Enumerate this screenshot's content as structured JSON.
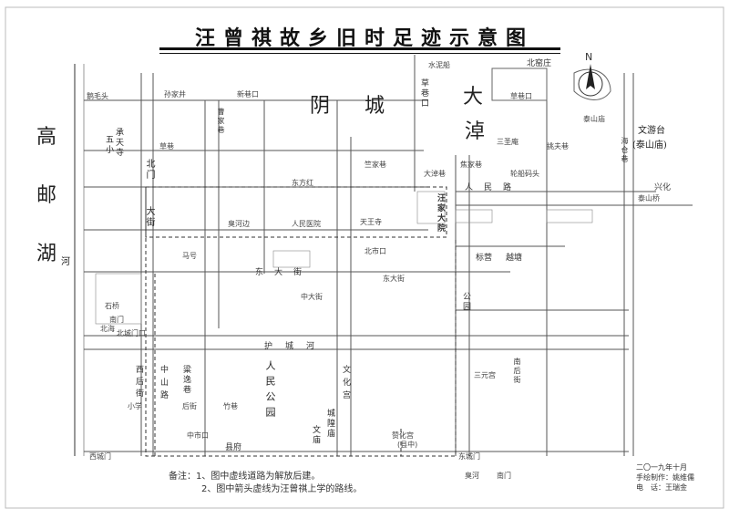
{
  "title": "汪曾祺故乡旧时足迹示意图",
  "north_symbol": "N",
  "water_labels": {
    "lake_a": "高",
    "lake_b": "邮",
    "lake_c": "湖",
    "river_he": "河",
    "dachuan_a": "大",
    "dachuan_b": "淖",
    "yinyang_a": "阴",
    "yinyang_b": "城"
  },
  "places": {
    "beijiazhuang": "北窑庄",
    "wenyoutai": "文游台",
    "taishanmiao": "(泰山庙)",
    "chengtianshi": "承天寺",
    "wuxiaoa": "五小",
    "renmingongyuan": "人民公园",
    "wenmiao": "文庙",
    "chenghuangmiao": "城隍庙",
    "xianfu": "县府",
    "wangjiadayuan": "汪家大院",
    "tianmuan": "天王寺",
    "dongdalu": "东",
    "xingmiao": "兴化",
    "taiqiao": "泰山桥",
    "nanmen": "南门",
    "xichengmen": "西城门",
    "dongchengmen": "东城门",
    "beichengmenkou": "北城门口",
    "zhongshilu": "中市口",
    "zanhuagong": "赞化宫",
    "zhongxue": "(县中)",
    "caogaoxiang": "草巷口",
    "beimen": "北门",
    "dajie": "大街",
    "wenhuagong": "文化宫",
    "huchengbei": "护城河",
    "yuedaotang": "越塘",
    "biaoxiao": "标营",
    "gonghe": "公园",
    "dongdajie_a": "东大街",
    "renminlu": "人民路",
    "liangzaicun": "粱逸巷",
    "zhongshanlu": "中山路",
    "xianshi": "西后街",
    "shiqiao": "石桥",
    "caojie": "曹家巷",
    "nanhou": "南后街",
    "haicangxiang": "海仓巷"
  },
  "small_labels": [
    "鹅毛头",
    "孙家井",
    "新巷口",
    "东方红",
    "草巷",
    "人民医院",
    "竺家巷",
    "臭河边",
    "马号",
    "北市口",
    "泰山庙",
    "东大街",
    "中大街",
    "草巷口",
    "大淖巷",
    "挑夫巷",
    "水泥船",
    "三圣庵",
    "焦家巷",
    "轮船码头",
    "三元宫",
    "北海",
    "臭河",
    "南门",
    "小学",
    "后街",
    "竹巷"
  ],
  "notes": {
    "line1": "备注：1、图中虚线道路为解放后建。",
    "line2": "2、图中箭头虚线为汪曾祺上学的路线。"
  },
  "credit": {
    "date": "二〇一九年十月",
    "maker": "手绘制作：姚维儒",
    "phone": "电　话：王瑞金"
  }
}
